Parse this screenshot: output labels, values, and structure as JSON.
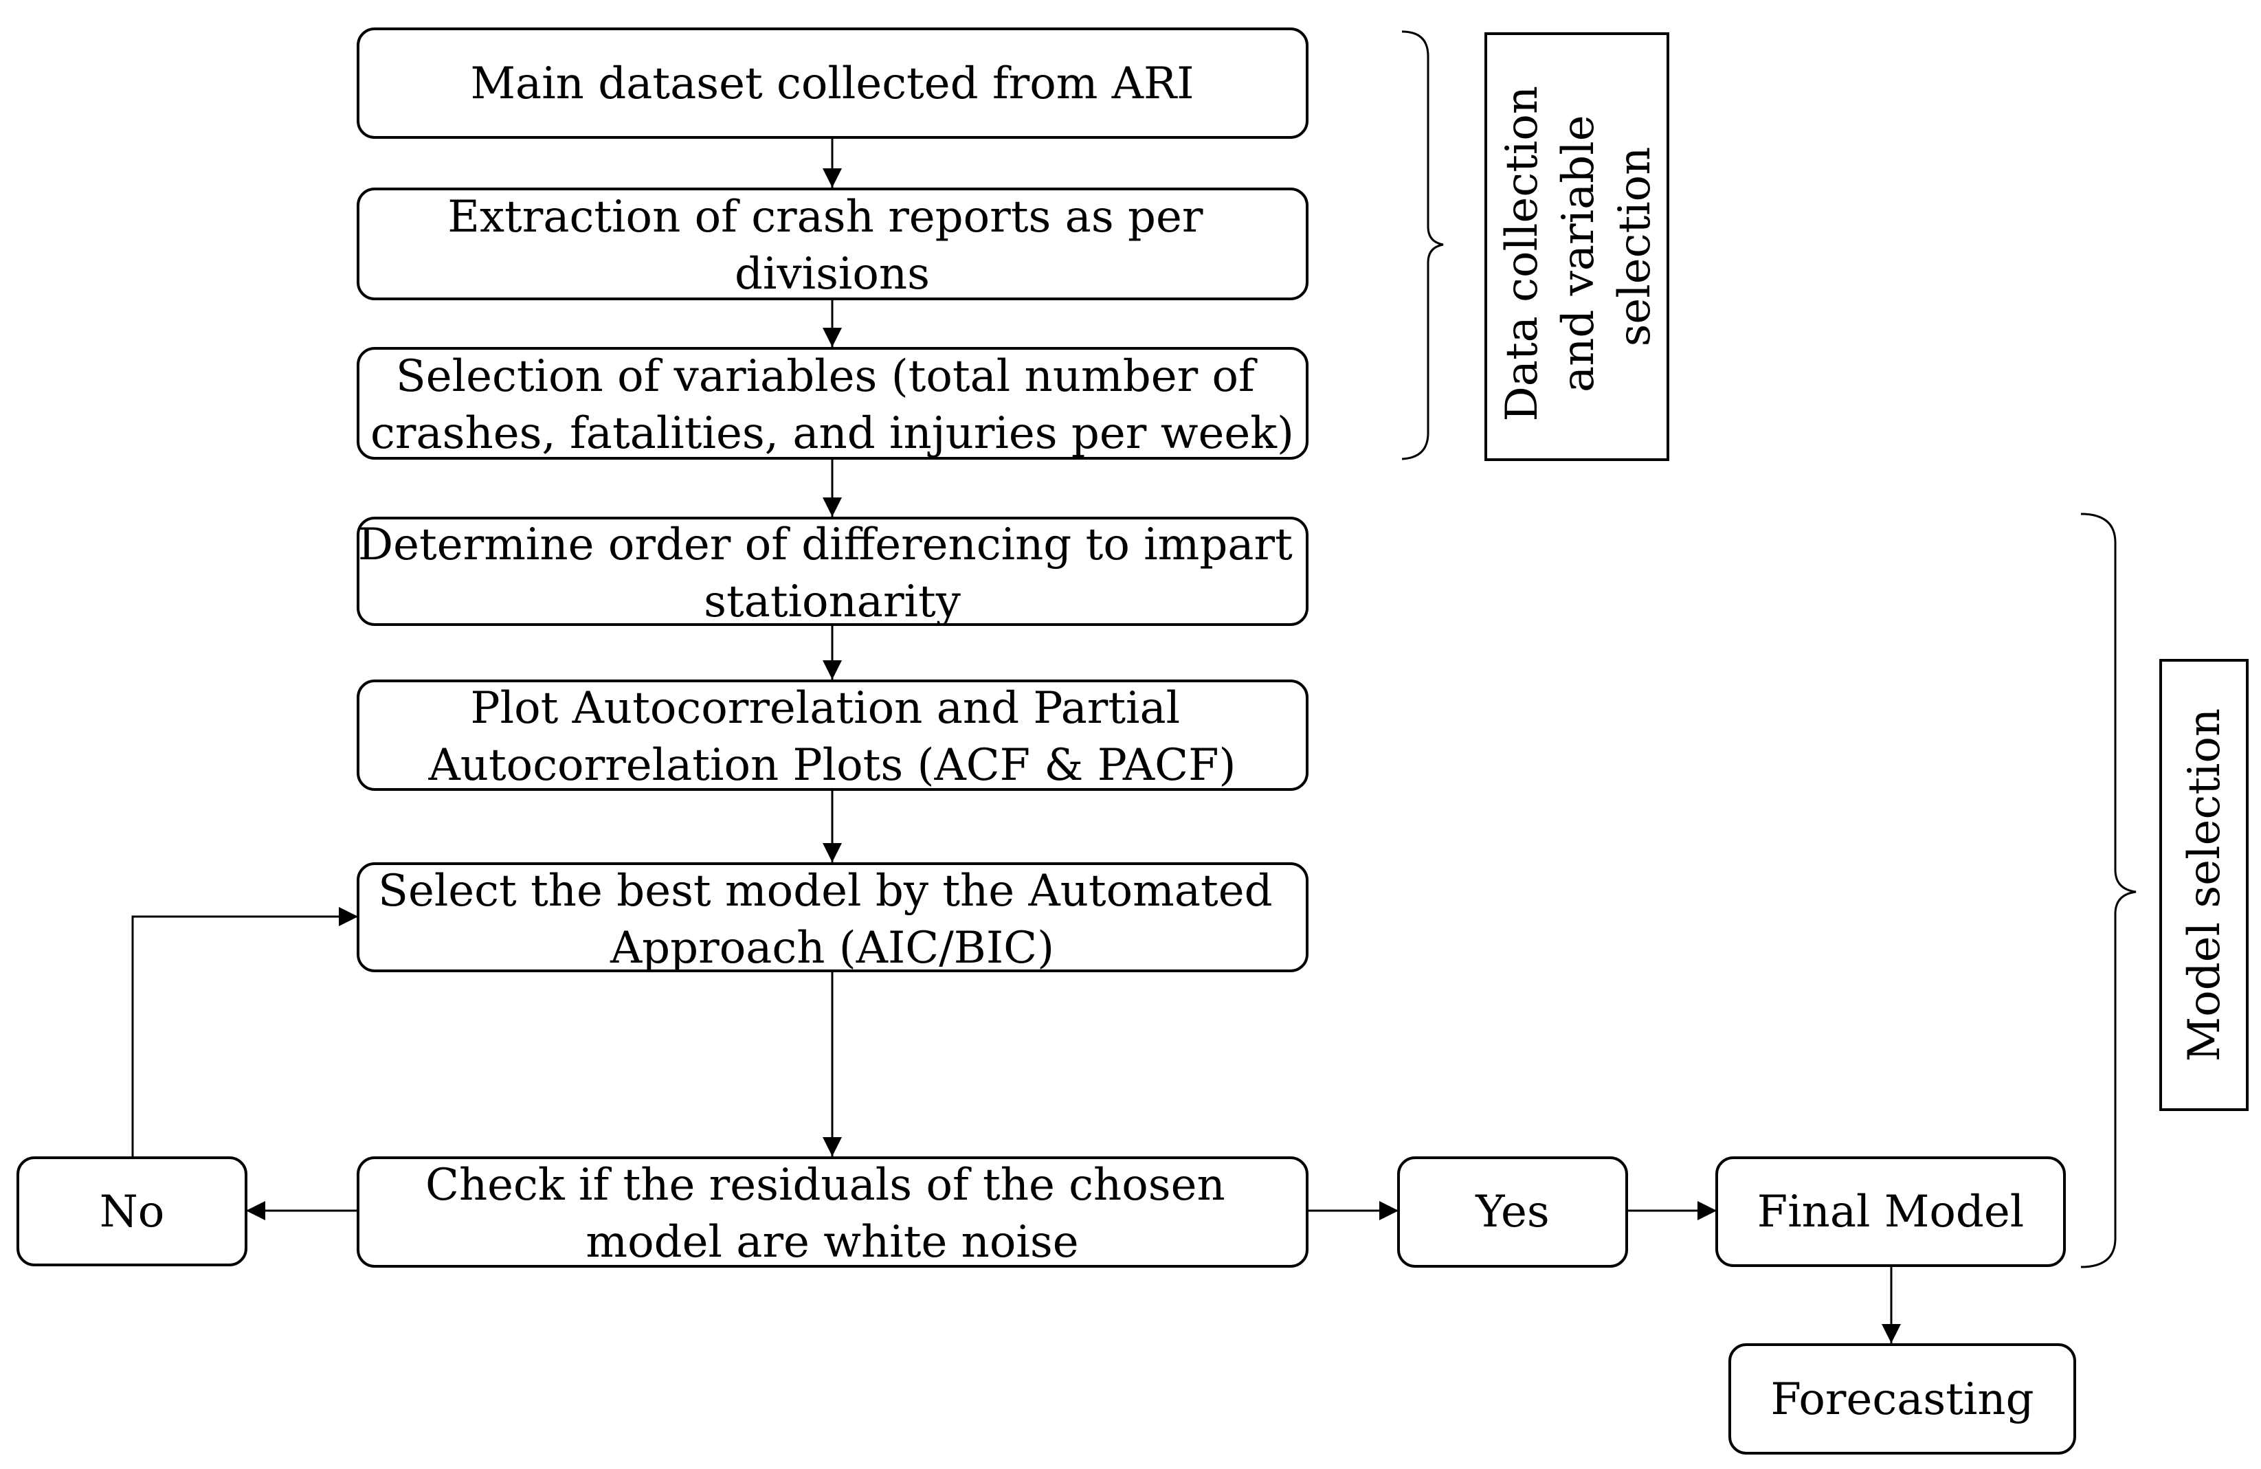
{
  "steps": {
    "main_dataset": [
      "Main dataset collected from ARI"
    ],
    "extraction": [
      "Extraction of crash reports as per",
      "divisions"
    ],
    "selection_variables": [
      "Selection of variables (total number of",
      "crashes, fatalities, and injuries per week)"
    ],
    "differencing": [
      "Determine order of differencing to impart",
      "stationarity"
    ],
    "acf_pacf": [
      "Plot Autocorrelation and Partial",
      "Autocorrelation Plots (ACF & PACF)"
    ],
    "best_model": [
      "Select the best model by the Automated",
      "Approach (AIC/BIC)"
    ],
    "residual_check": [
      "Check if the residuals of the chosen",
      "model are white noise"
    ],
    "no": [
      "No"
    ],
    "yes": [
      "Yes"
    ],
    "final_model": [
      "Final Model"
    ],
    "forecasting": [
      "Forecasting"
    ]
  },
  "groups": {
    "data_collection": [
      "Data collection",
      "and variable",
      "selection"
    ],
    "model_selection": [
      "Model selection"
    ]
  }
}
